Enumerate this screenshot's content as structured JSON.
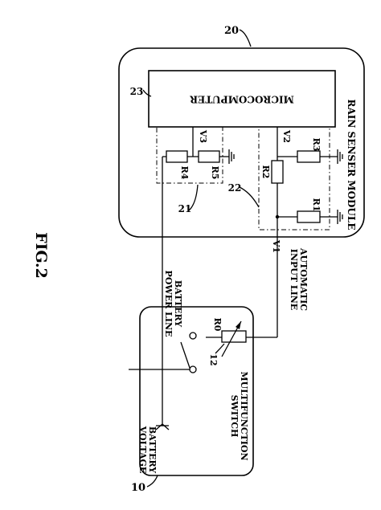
{
  "figure": {
    "title": "FIG.2"
  },
  "rain_sensor_module": {
    "ref": "20",
    "label": "RAIN SENSER MODULE",
    "microcomputer": {
      "ref": "23",
      "label": "MICROCOMPUTER"
    },
    "circuit_21": {
      "ref": "21",
      "resistors": [
        "R4",
        "R5"
      ],
      "node": "V3"
    },
    "circuit_22": {
      "ref": "22",
      "resistors": [
        "R1",
        "R2",
        "R3"
      ],
      "node": "V2"
    }
  },
  "multifunction_switch": {
    "ref": "10",
    "label_line1": "MULTIFUNCTION",
    "label_line2": "SWITCH",
    "switch_ref": "12",
    "variable_resistor": "R0"
  },
  "lines": {
    "battery_power_line_1": "BATTERY",
    "battery_power_line_2": "POWER LINE",
    "automatic_input_line_1": "AUTOMATIC",
    "automatic_input_line_2": "INPUT LINE",
    "automatic_node": "V1",
    "battery_voltage_1": "BATTERY",
    "battery_voltage_2": "VOLTAGE"
  }
}
